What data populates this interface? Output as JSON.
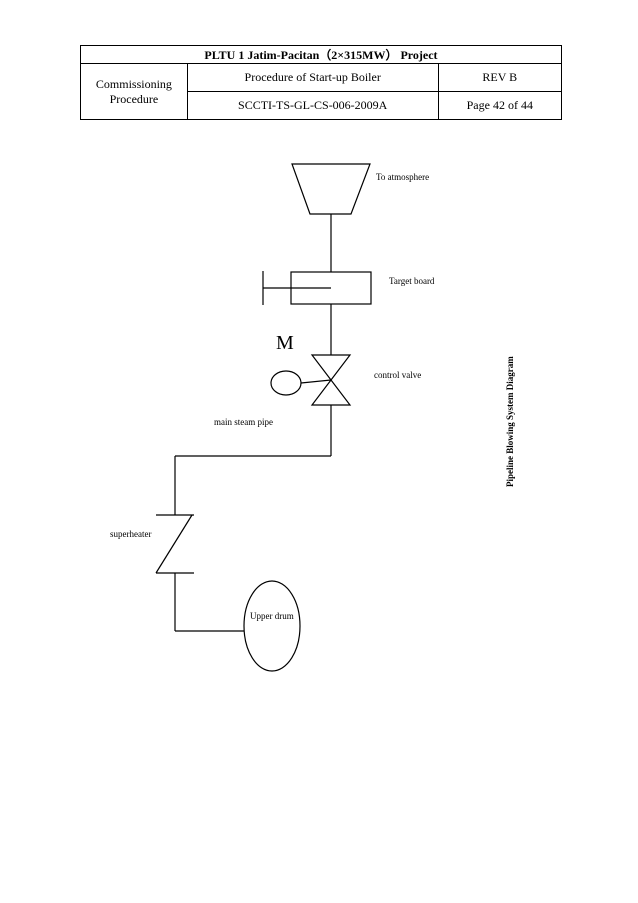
{
  "header": {
    "project_title": "PLTU 1 Jatim-Pacitan（2×315MW） Project",
    "category": "Commissioning Procedure",
    "procedure_name": "Procedure of Start-up Boiler",
    "revision": "REV B",
    "document_code": "SCCTI-TS-GL-CS-006-2009A",
    "page": "Page 42 of 44"
  },
  "diagram": {
    "to_atmosphere": "To atmosphere",
    "target_board": "Target board",
    "motor_symbol": "M",
    "control_valve": "control valve",
    "main_steam_pipe": "main steam pipe",
    "superheater": "superheater",
    "upper_drum": "Upper drum",
    "side_title": "Pipeline Blowing System Diagram"
  }
}
